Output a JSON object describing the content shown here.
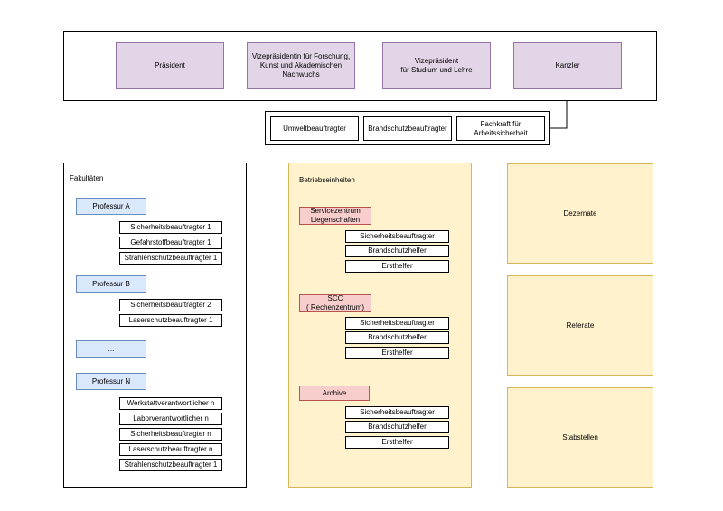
{
  "leitung": {
    "praesident": "Präsident",
    "vp_forschung": "Vizepräsidentin für Forschung,\nKunst und Akademischen\nNachwuchs",
    "vp_studium": "Vizepräsident\nfür Studium und Lehre",
    "kanzler": "Kanzler"
  },
  "stab": {
    "umwelt": "Umweltbeauftragter",
    "brandschutz": "Brandschutzbeauftragter",
    "fachkraft": "Fachkraft für\nArbeitssicherheit"
  },
  "fakultaeten": {
    "title": "Fakultäten",
    "professur_a": "Professur A",
    "a_items": [
      "Sicherheitsbeauftragter 1",
      "Gefahrstoffbeauftragter 1",
      "Strahlenschutzbeauftragter 1"
    ],
    "professur_b": "Professur B",
    "b_items": [
      "Sicherheitsbeauftragter 2",
      "Laserschutzbeauftragter 1"
    ],
    "ellipsis": "...",
    "professur_n": "Professur N",
    "n_items": [
      "Werkstattverantwortlicher n",
      "Laborverantwortlicher n",
      "Sicherheitsbeauftragter n",
      "Laserschutzbeauftragter n",
      "Strahlenschutzbeauftragter 1"
    ]
  },
  "betrieb": {
    "title": "Betriebseinheiten",
    "servicezentrum": "Servicezentrum\nLiegenschaften",
    "sz_items": [
      "Sicherheitsbeauftragter",
      "Brandschutzhelfer",
      "Ersthelfer"
    ],
    "scc": "SCC\n( Rechenzentrum)",
    "scc_items": [
      "Sicherheitsbeauftragter",
      "Brandschutzhelfer",
      "Ersthelfer"
    ],
    "archive": "Archive",
    "archive_items": [
      "Sicherheitsbeauftragter",
      "Brandschutzhelfer",
      "Ersthelfer"
    ]
  },
  "rechts": {
    "dezernate": "Dezernate",
    "referate": "Referate",
    "stabstellen": "Stabstellen"
  }
}
